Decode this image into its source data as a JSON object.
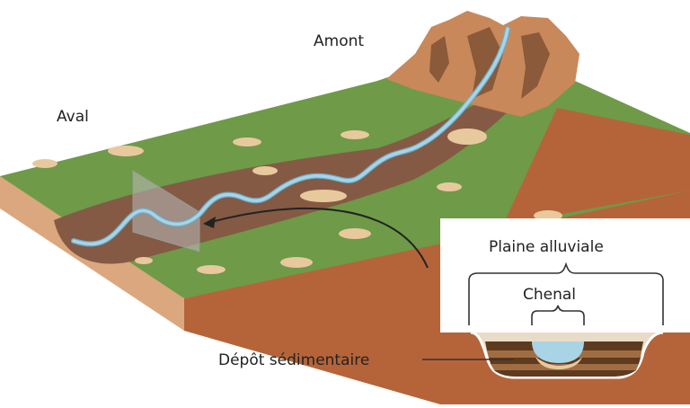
{
  "labels": {
    "upstream": "Amont",
    "downstream": "Aval",
    "floodplain": "Plaine alluviale",
    "channel": "Chenal",
    "sediment_deposit": "Dépôt sédimentaire"
  },
  "colors": {
    "grass": "#6f9a48",
    "soil_front": "#b5643a",
    "soil_top_edge": "#dba77e",
    "valley_floor": "#845a45",
    "mountain": "#c8885a",
    "mountain_shadow": "#8a5a3a",
    "sand": "#e8c99e",
    "river": "#a8d4e6",
    "river_outline": "#6aaecb",
    "section_plane": "#b9b9b9",
    "arrow": "#222222",
    "sediment_dark": "#5e3a1e",
    "sediment_light": "#a06d43"
  }
}
